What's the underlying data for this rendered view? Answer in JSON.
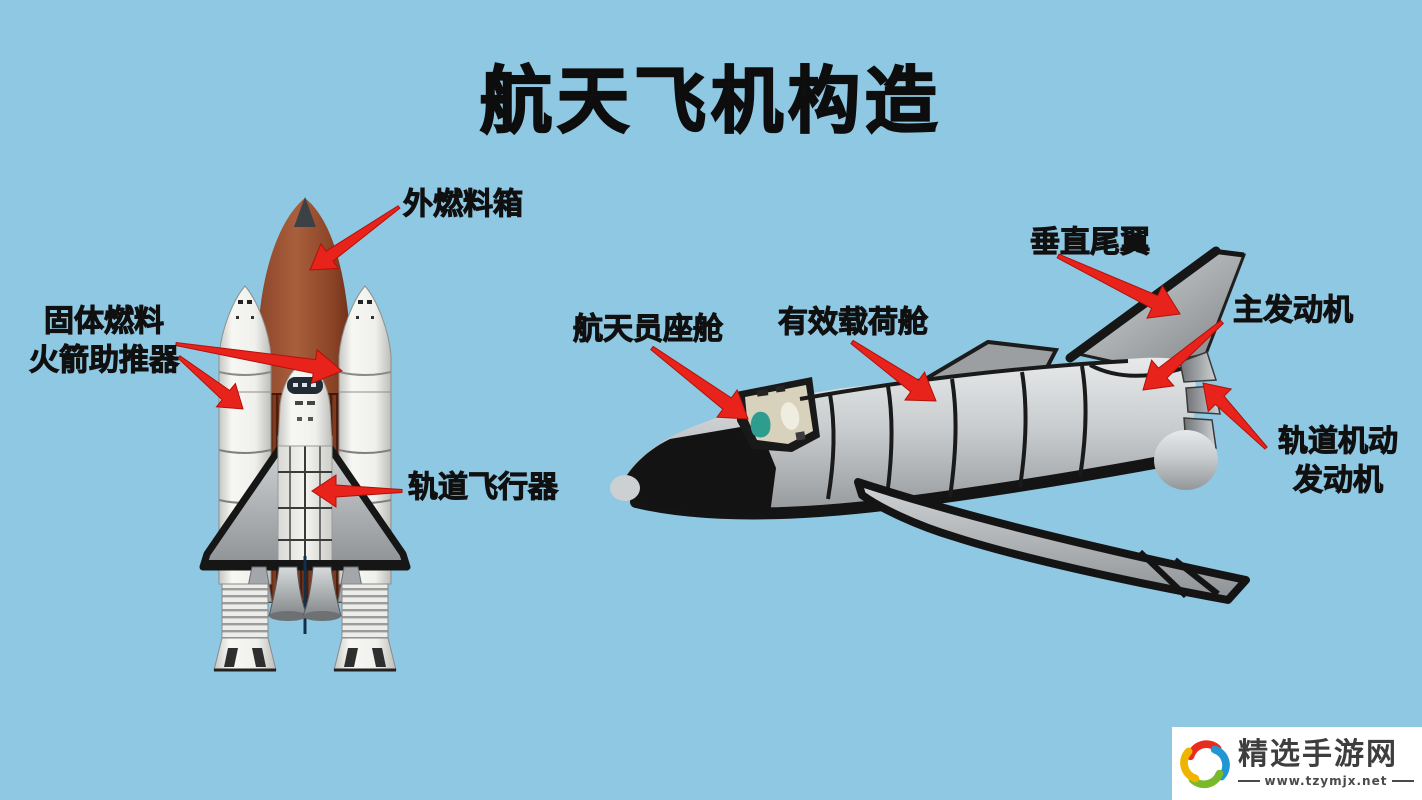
{
  "title": "航天飞机构造",
  "labels": {
    "external_tank": "外燃料箱",
    "srb_line1": "固体燃料",
    "srb_line2": "火箭助推器",
    "orbiter": "轨道飞行器",
    "crew_cabin": "航天员座舱",
    "payload_bay": "有效载荷舱",
    "vertical_tail": "垂直尾翼",
    "main_engine": "主发动机",
    "oms_line1": "轨道机动",
    "oms_line2": "发动机"
  },
  "watermark": {
    "site_name": "精选手游网",
    "url": "www.tzymjx.net"
  },
  "colors": {
    "background": "#8fc8e3",
    "arrow_red": "#e8231c",
    "arrow_red_dark": "#b01208",
    "label_text": "#101010",
    "tank_brown": "#9a4f2e",
    "logo_red": "#e82c1e",
    "logo_blue": "#2196d3",
    "logo_green": "#7ab929",
    "logo_yellow": "#f0b400"
  }
}
